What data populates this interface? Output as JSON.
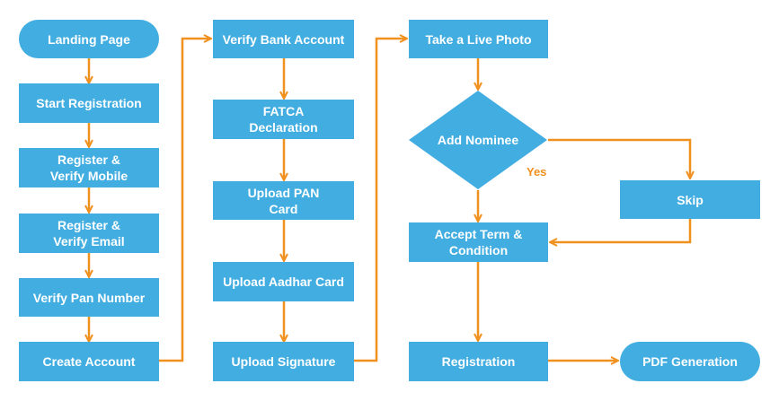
{
  "colors": {
    "node": "#42ade0",
    "connector": "#f0901e",
    "text": "#ffffff"
  },
  "nodes": {
    "landing_page": "Landing Page",
    "start_registration": "Start Registration",
    "register_verify_mobile": "Register &\nVerify Mobile",
    "register_verify_email": "Register &\nVerify Email",
    "verify_pan_number": "Verify Pan Number",
    "create_account": "Create Account",
    "verify_bank_account": "Verify Bank Account",
    "fatca_declaration": "FATCA\nDeclaration",
    "upload_pan_card": "Upload PAN\nCard",
    "upload_aadhar_card": "Upload Aadhar Card",
    "upload_signature": "Upload Signature",
    "take_live_photo": "Take a Live Photo",
    "add_nominee": "Add Nominee",
    "skip": "Skip",
    "accept_term_condition": "Accept Term &\nCondition",
    "registration": "Registration",
    "pdf_generation": "PDF Generation"
  },
  "edge_labels": {
    "yes": "Yes"
  }
}
